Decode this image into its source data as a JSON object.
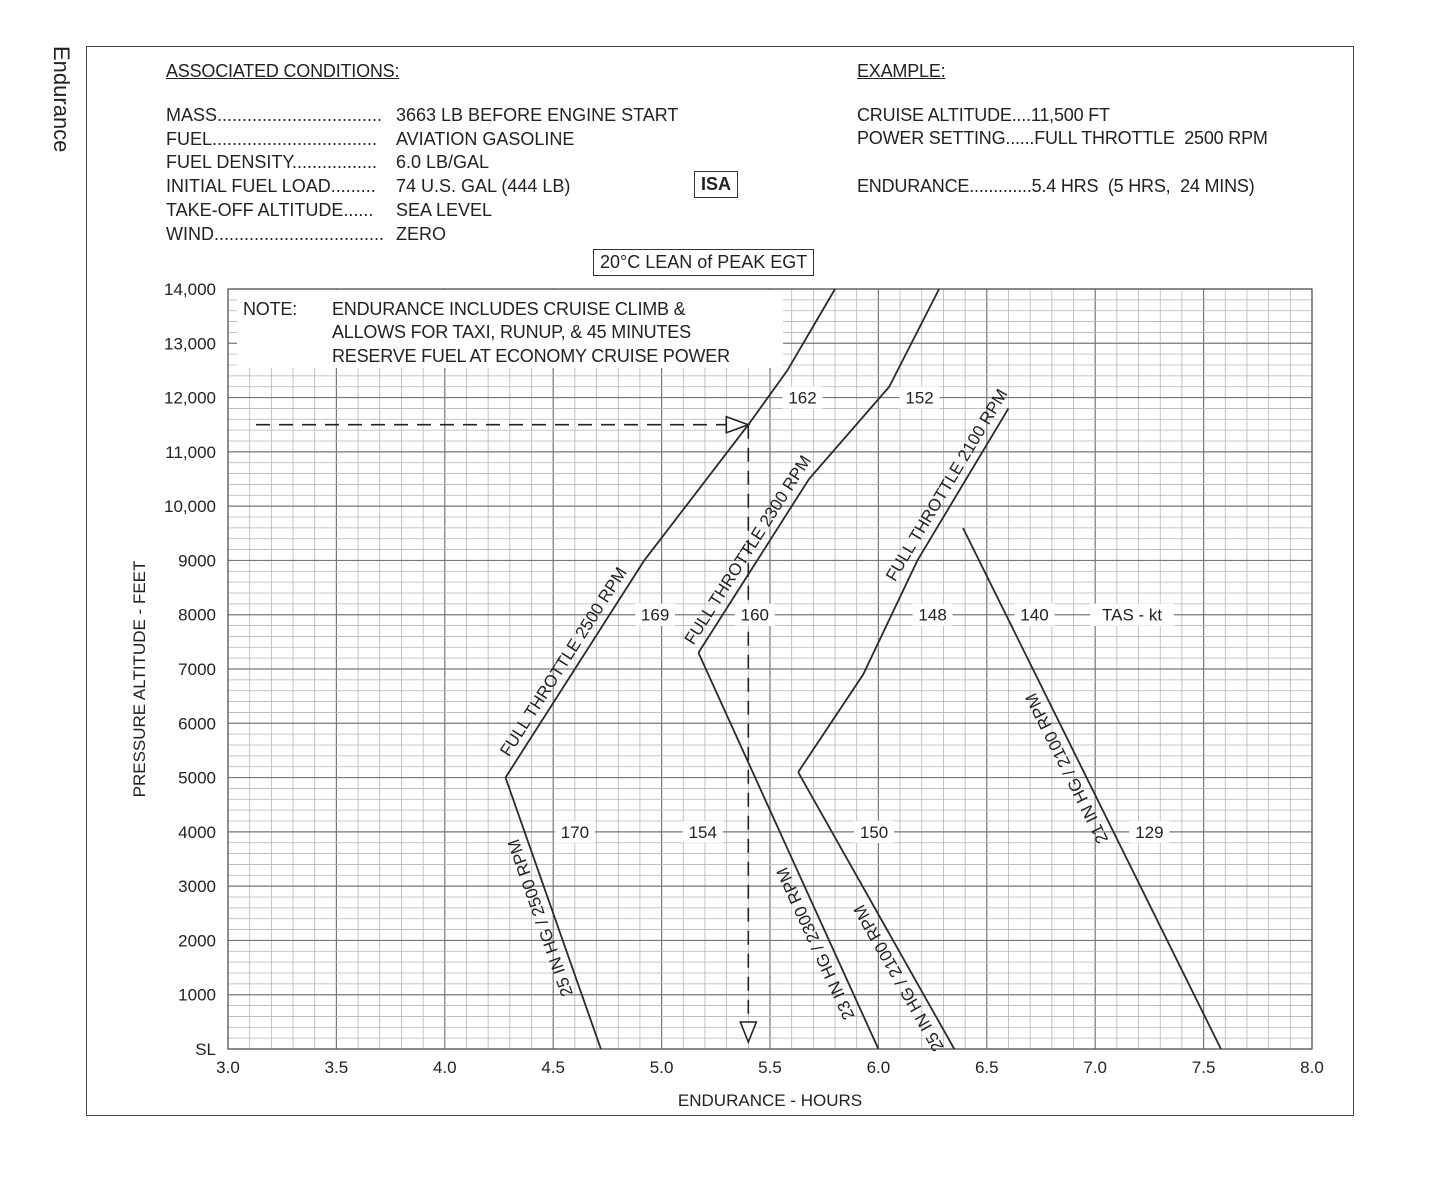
{
  "side_title": "Endurance",
  "conditions": {
    "heading": "ASSOCIATED CONDITIONS:",
    "rows": [
      {
        "label": "MASS.................................",
        "value": "3663 LB BEFORE ENGINE START"
      },
      {
        "label": "FUEL.................................",
        "value": "AVIATION GASOLINE"
      },
      {
        "label": "FUEL DENSITY.................",
        "value": "6.0 LB/GAL"
      },
      {
        "label": "INITIAL FUEL LOAD.........",
        "value": "74 U.S. GAL (444 LB)"
      },
      {
        "label": "TAKE-OFF ALTITUDE......",
        "value": "SEA LEVEL"
      },
      {
        "label": "WIND..................................",
        "value": "ZERO"
      }
    ]
  },
  "example": {
    "heading": "EXAMPLE:",
    "line1": "CRUISE ALTITUDE....11,500 FT",
    "line2": "POWER SETTING......FULL THROTTLE  2500 RPM",
    "line3": "ENDURANCE.............5.4 HRS  (5 HRS,  24 MINS)"
  },
  "isa_box": "ISA",
  "lean_box": "20°C  LEAN of PEAK EGT",
  "note": {
    "label": "NOTE:",
    "line1": "ENDURANCE INCLUDES CRUISE CLIMB &",
    "line2": "ALLOWS FOR TAXI, RUNUP, & 45 MINUTES",
    "line3": "RESERVE FUEL AT ECONOMY CRUISE POWER"
  },
  "chart_data": {
    "type": "line",
    "xlabel": "ENDURANCE - HOURS",
    "ylabel": "PRESSURE ALTITUDE - FEET",
    "xlim": [
      3.0,
      8.0
    ],
    "ylim": [
      0,
      14000
    ],
    "grid": true,
    "x_ticks": [
      "3.0",
      "3.5",
      "4.0",
      "4.5",
      "5.0",
      "5.5",
      "6.0",
      "6.5",
      "7.0",
      "7.5",
      "8.0"
    ],
    "y_ticks": [
      "SL",
      "1000",
      "2000",
      "3000",
      "4000",
      "5000",
      "6000",
      "7000",
      "8000",
      "9000",
      "10,000",
      "11,000",
      "12,000",
      "13,000",
      "14,000"
    ],
    "series": [
      {
        "name": "FULL THROTTLE  2500 RPM",
        "x": [
          4.28,
          4.92,
          5.4,
          5.58,
          5.8
        ],
        "y": [
          5000,
          9000,
          11500,
          12500,
          14000
        ]
      },
      {
        "name": "25 IN HG / 2500 RPM",
        "x": [
          4.28,
          4.72
        ],
        "y": [
          5000,
          0
        ]
      },
      {
        "name": "FULL THROTTLE  2300 RPM",
        "x": [
          5.17,
          5.68,
          6.05,
          6.28
        ],
        "y": [
          7300,
          10500,
          12200,
          14000
        ]
      },
      {
        "name": "23 IN HG / 2300 RPM",
        "x": [
          5.17,
          6.0
        ],
        "y": [
          7300,
          0
        ]
      },
      {
        "name": "FULL THROTTLE  2100 RPM",
        "x": [
          5.63,
          5.93,
          6.18,
          6.6
        ],
        "y": [
          5100,
          6900,
          9000,
          11800
        ]
      },
      {
        "name": "25 IN HG / 2100 RPM",
        "x": [
          5.63,
          6.35
        ],
        "y": [
          5100,
          0
        ]
      },
      {
        "name": "21 IN HG / 2100 RPM",
        "x": [
          6.39,
          7.58
        ],
        "y": [
          9600,
          0
        ]
      }
    ],
    "tas_label": "TAS - kt",
    "tas_values": [
      {
        "text": "162",
        "x": 5.65,
        "y": 12000
      },
      {
        "text": "152",
        "x": 6.19,
        "y": 12000
      },
      {
        "text": "169",
        "x": 4.97,
        "y": 8000
      },
      {
        "text": "160",
        "x": 5.43,
        "y": 8000
      },
      {
        "text": "148",
        "x": 6.25,
        "y": 8000
      },
      {
        "text": "140",
        "x": 6.72,
        "y": 8000
      },
      {
        "text": "170",
        "x": 4.6,
        "y": 4000
      },
      {
        "text": "154",
        "x": 5.19,
        "y": 4000
      },
      {
        "text": "150",
        "x": 5.98,
        "y": 4000
      },
      {
        "text": "129",
        "x": 7.25,
        "y": 4000
      }
    ],
    "example_path": {
      "x": 5.4,
      "y": 11500
    }
  }
}
